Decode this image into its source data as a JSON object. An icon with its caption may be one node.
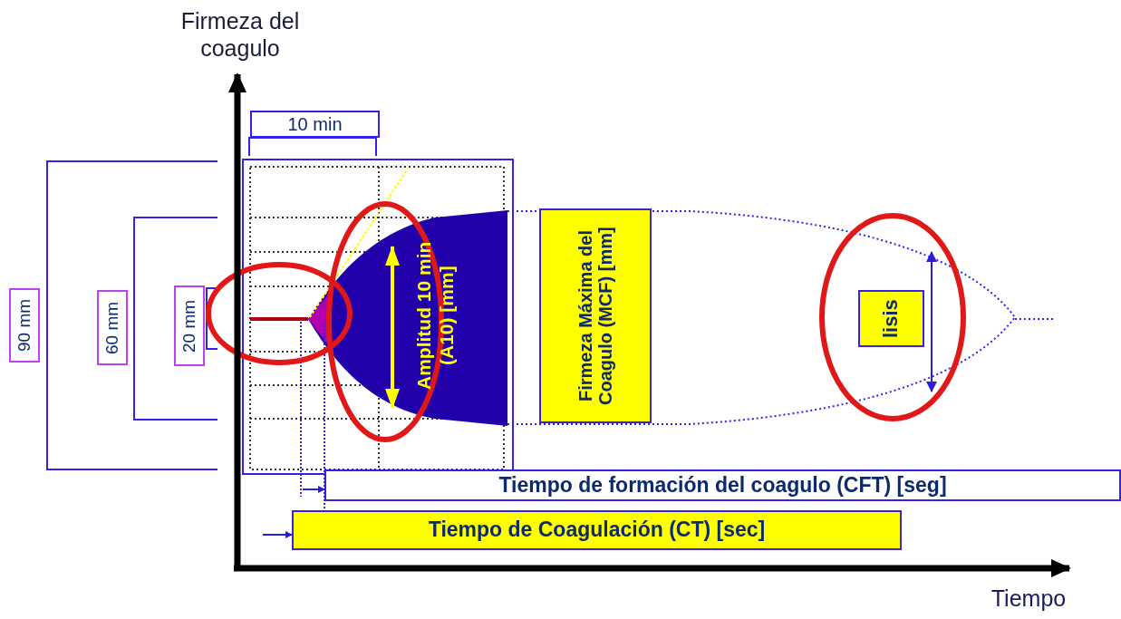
{
  "diagram": {
    "nodes": [
      {
        "text": [
          "10 min"
        ]
      },
      {
        "text": [
          "90 mm"
        ]
      },
      {
        "text": [
          "60 mm"
        ]
      },
      {
        "text": [
          "20 mm"
        ]
      },
      {
        "text": [
          "Firmeza Máxima del Coagulo (MCF) [mm]"
        ]
      },
      {
        "text": [
          "lisis"
        ]
      },
      {
        "text": [
          "Tiempo de formación del coagulo (CFT) [seg]"
        ]
      },
      {
        "text": [
          "Tiempo de Coagulación (CT) [sec]"
        ]
      }
    ],
    "edges": [
      {
        "from": null,
        "to": 7,
        "arrow": "to"
      },
      {
        "from": null,
        "to": 6,
        "arrow": "to"
      }
    ],
    "labels": [
      "Firmeza del coagulo",
      "Amplitud 10 min (A10) [mm]",
      "Tiempo"
    ]
  }
}
